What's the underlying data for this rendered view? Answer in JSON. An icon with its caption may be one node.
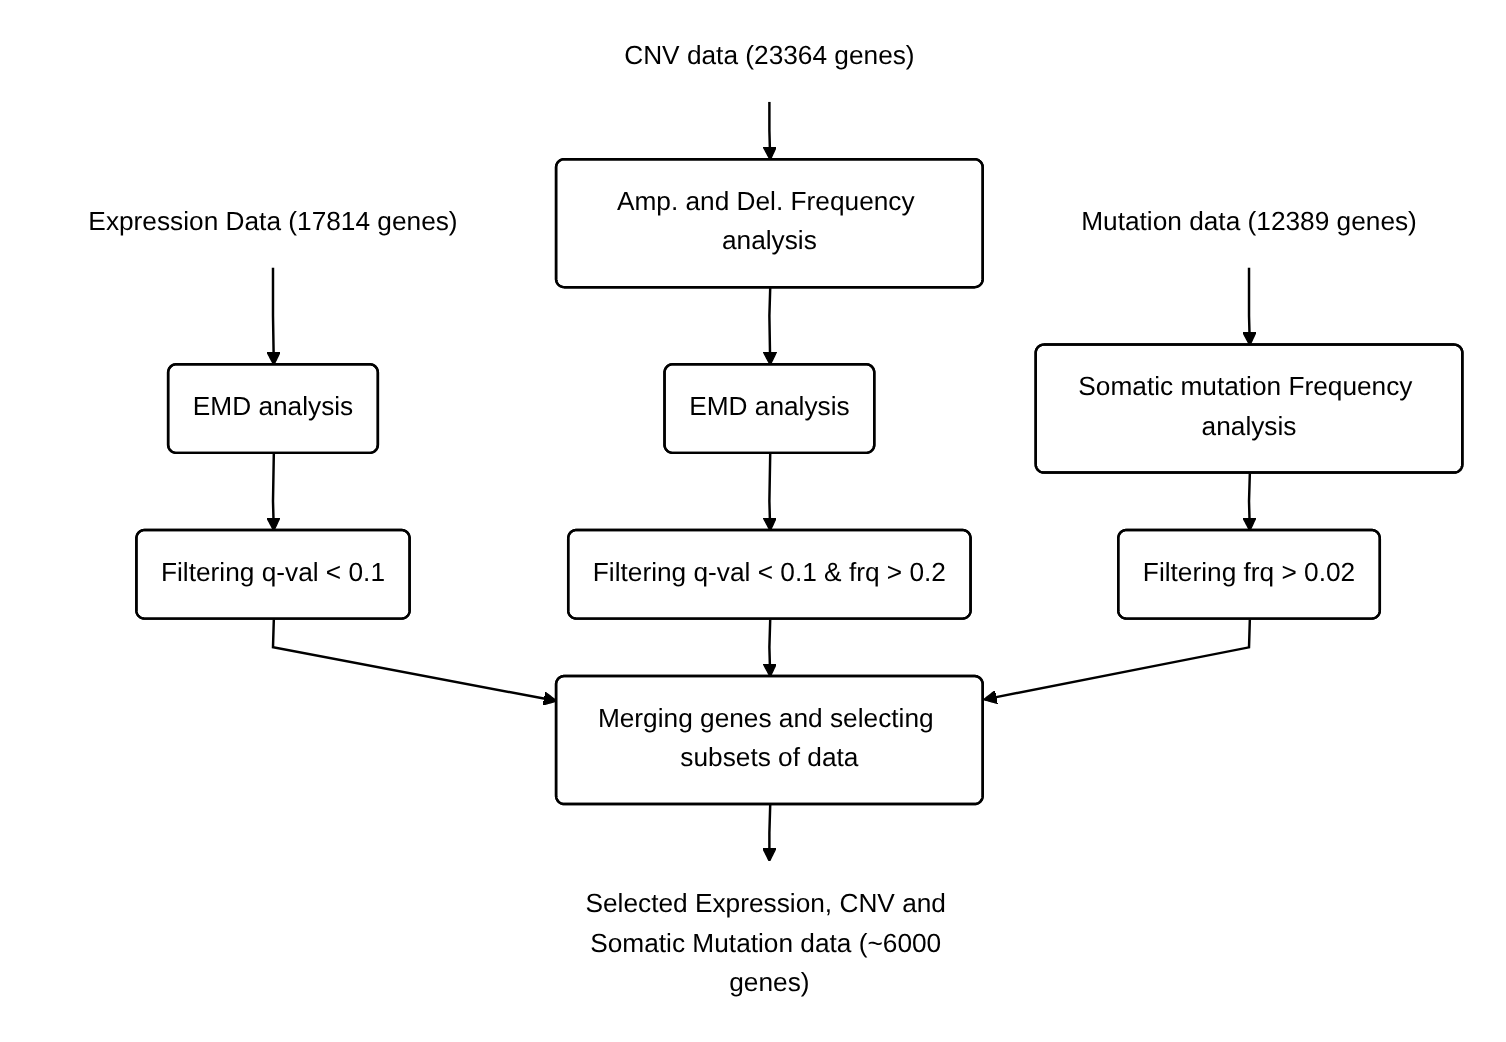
{
  "diagram": {
    "nodes": [
      {
        "text": [
          "Expression Data (17814 genes)"
        ]
      },
      {
        "text": [
          "CNV data (23364 genes)"
        ]
      },
      {
        "text": [
          "Mutation data (12389 genes)"
        ]
      },
      {
        "text": [
          "Amp. and Del. Frequency analysis"
        ]
      },
      {
        "text": [
          "Somatic mutation Frequency analysis"
        ]
      },
      {
        "text": [
          "EMD analysis"
        ]
      },
      {
        "text": [
          "EMD analysis"
        ]
      },
      {
        "text": [
          "Filtering q-val < 0.1"
        ]
      },
      {
        "text": [
          "Filtering q-val < 0.1 & frq > 0.2"
        ]
      },
      {
        "text": [
          "Filtering frq > 0.02"
        ]
      },
      {
        "text": [
          "Merging genes and selecting subsets of data"
        ]
      },
      {
        "text": [
          "Selected Expression, CNV and Somatic Mutation data (~6000 genes)"
        ]
      }
    ],
    "edges": [
      {
        "from": 0,
        "to": 5,
        "arrow": "to"
      },
      {
        "from": 1,
        "to": 3,
        "arrow": "to"
      },
      {
        "from": 2,
        "to": 4,
        "arrow": "to"
      },
      {
        "from": 3,
        "to": 6,
        "arrow": "to"
      },
      {
        "from": 4,
        "to": 9,
        "arrow": "to"
      },
      {
        "from": 5,
        "to": 7,
        "arrow": "to"
      },
      {
        "from": 6,
        "to": 8,
        "arrow": "to"
      },
      {
        "from": 7,
        "to": 10,
        "arrow": "to"
      },
      {
        "from": 8,
        "to": 10,
        "arrow": "to"
      },
      {
        "from": 9,
        "to": 10,
        "arrow": "to"
      },
      {
        "from": 10,
        "to": 11,
        "arrow": "to"
      }
    ]
  }
}
